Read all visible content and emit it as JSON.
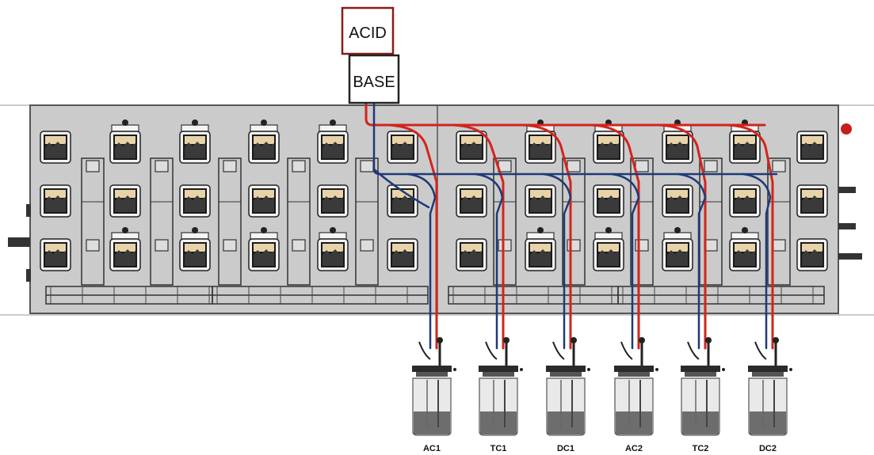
{
  "reservoirs": {
    "acid_label": "ACID",
    "base_label": "BASE"
  },
  "vessels": [
    "AC1",
    "TC1",
    "DC1",
    "AC2",
    "TC2",
    "DC2"
  ],
  "colors": {
    "acid_line": "#d3241c",
    "base_line": "#1e3a78",
    "acid_box": "#8b1a1a",
    "panel": "#c9c9c9",
    "pump_fill": "#e8d3a8"
  }
}
